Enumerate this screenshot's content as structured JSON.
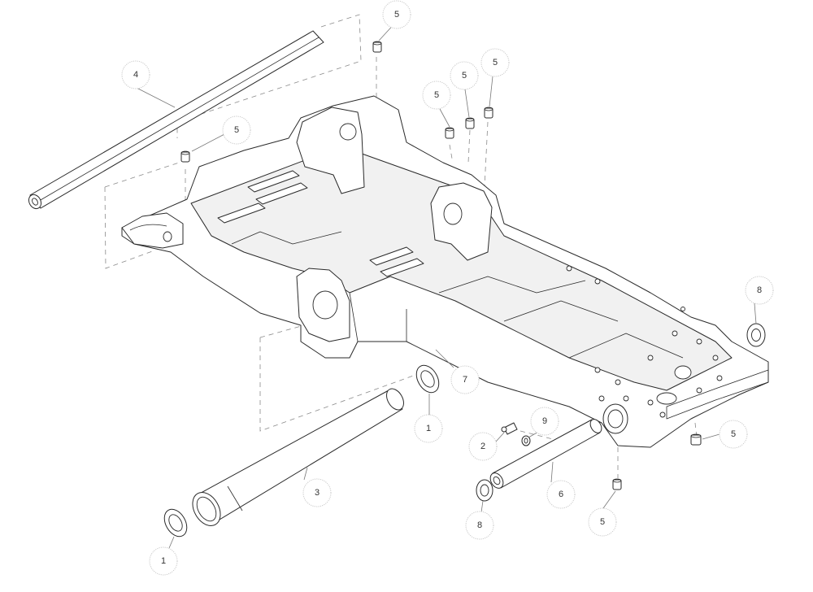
{
  "diagram": {
    "callouts": [
      {
        "id": "c1a",
        "label": "1"
      },
      {
        "id": "c1b",
        "label": "1"
      },
      {
        "id": "c2",
        "label": "2"
      },
      {
        "id": "c3",
        "label": "3"
      },
      {
        "id": "c4",
        "label": "4"
      },
      {
        "id": "c5a",
        "label": "5"
      },
      {
        "id": "c5b",
        "label": "5"
      },
      {
        "id": "c5c",
        "label": "5"
      },
      {
        "id": "c5d",
        "label": "5"
      },
      {
        "id": "c5e",
        "label": "5"
      },
      {
        "id": "c5f",
        "label": "5"
      },
      {
        "id": "c5g",
        "label": "5"
      },
      {
        "id": "c6",
        "label": "6"
      },
      {
        "id": "c7",
        "label": "7"
      },
      {
        "id": "c8a",
        "label": "8"
      },
      {
        "id": "c8b",
        "label": "8"
      },
      {
        "id": "c9",
        "label": "9"
      }
    ]
  }
}
